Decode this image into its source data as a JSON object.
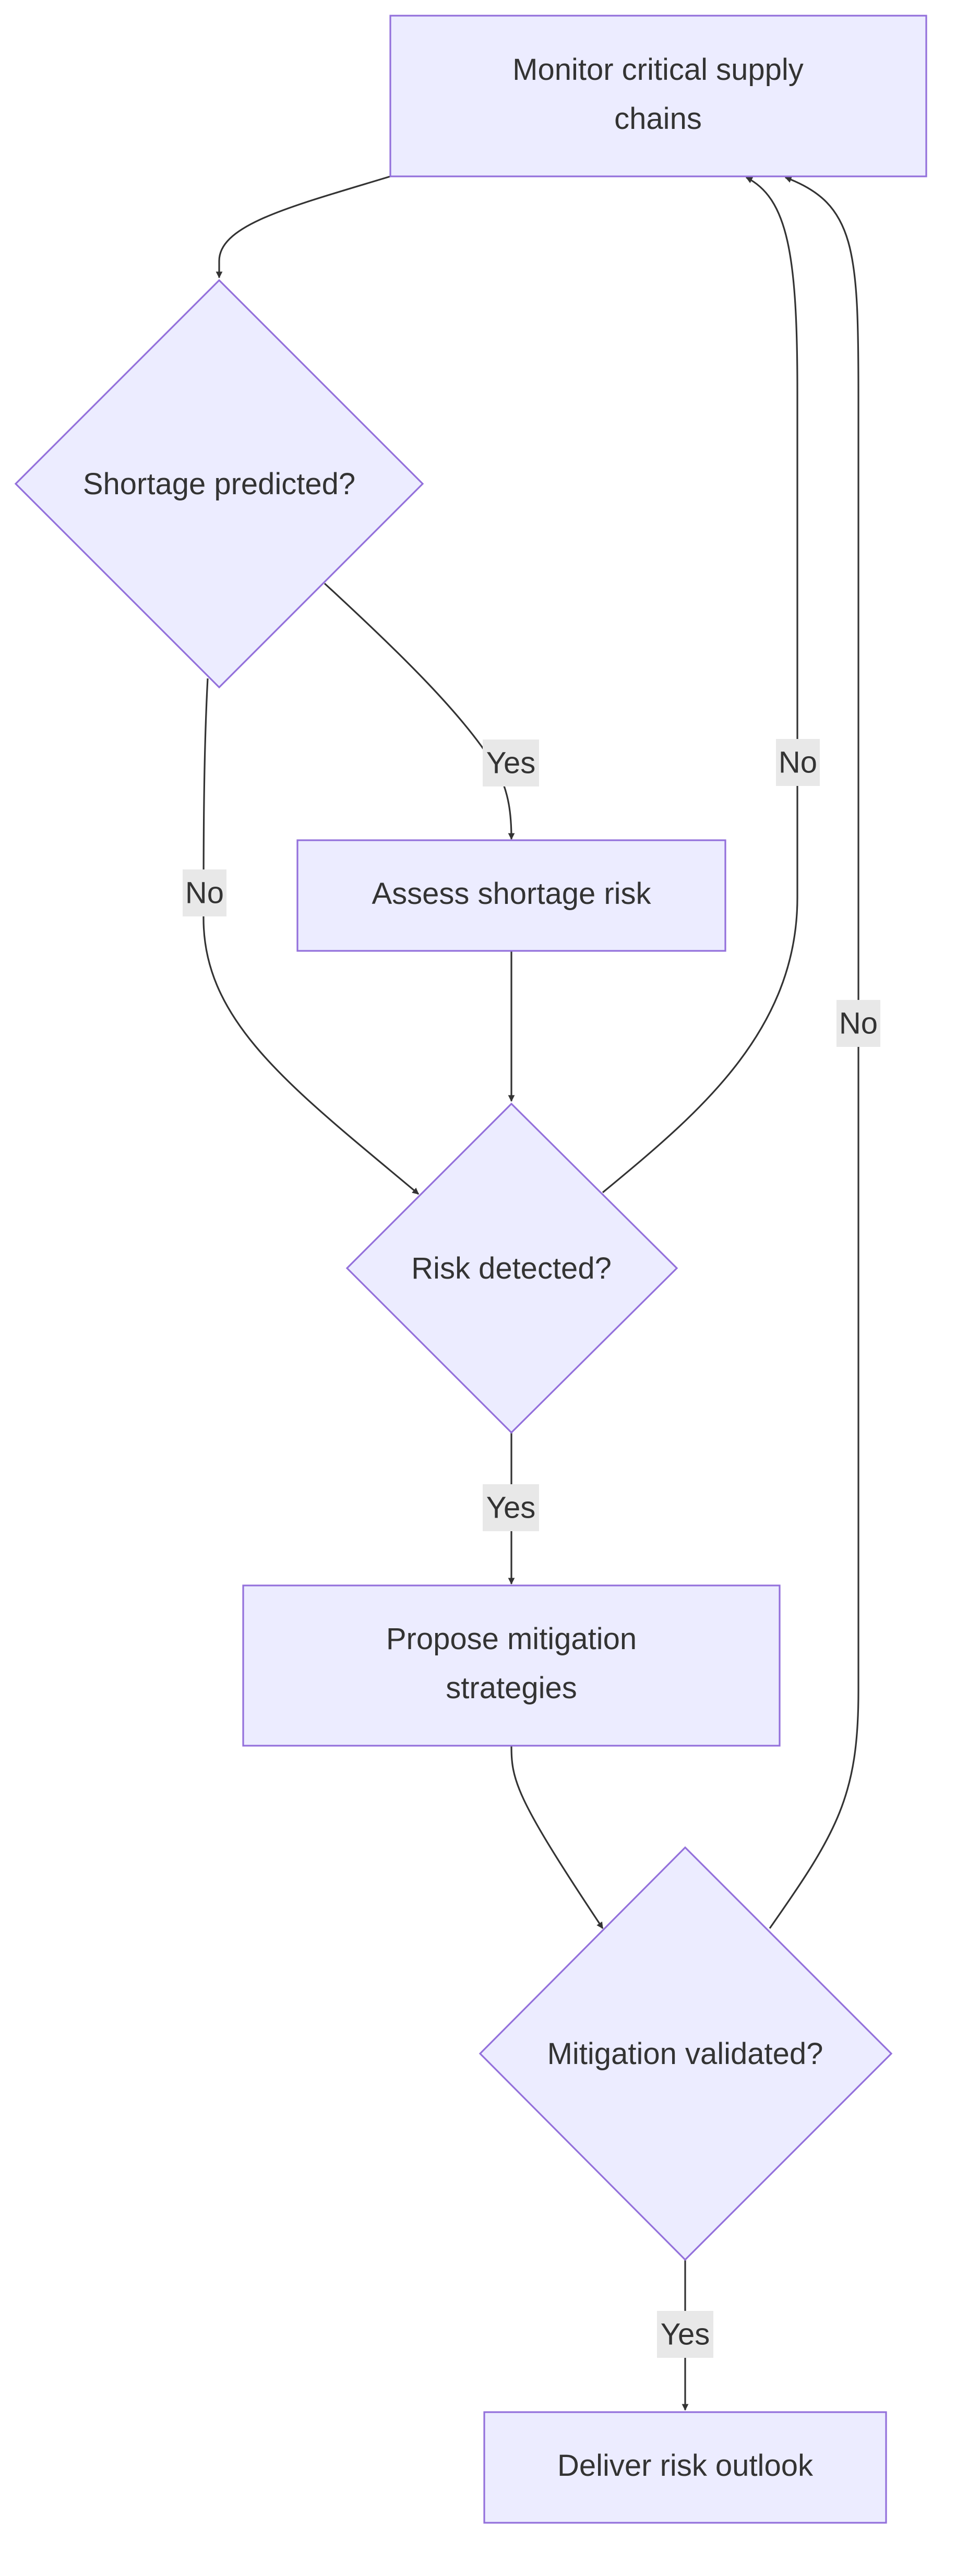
{
  "nodes": {
    "monitor": {
      "line1": "Monitor critical supply",
      "line2": "chains"
    },
    "shortage_predicted": {
      "label": "Shortage predicted?"
    },
    "assess": {
      "label": "Assess shortage risk"
    },
    "risk_detected": {
      "label": "Risk detected?"
    },
    "propose": {
      "line1": "Propose mitigation",
      "line2": "strategies"
    },
    "mitigation_validated": {
      "label": "Mitigation validated?"
    },
    "deliver": {
      "label": "Deliver risk outlook"
    }
  },
  "edges": {
    "shortage_yes": "Yes",
    "shortage_no": "No",
    "risk_no": "No",
    "risk_yes": "Yes",
    "mitigation_no": "No",
    "mitigation_yes": "Yes"
  },
  "colors": {
    "node_fill": "#ECECFF",
    "node_stroke": "#9370DB",
    "edge": "#333333",
    "label_bg": "#e8e8e8"
  }
}
